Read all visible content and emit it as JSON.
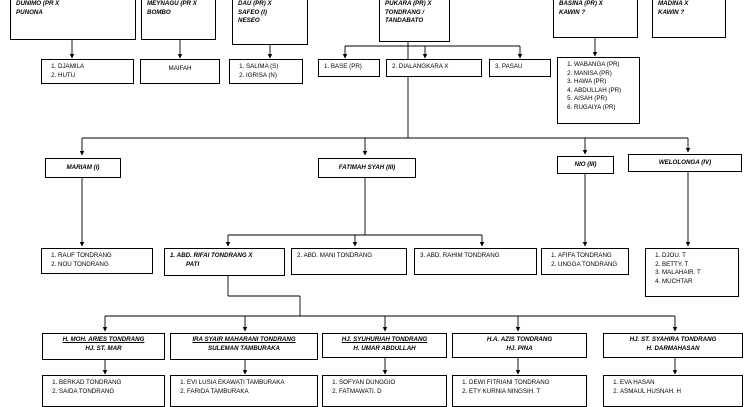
{
  "top_row": {
    "dunimo": [
      "DUNIMO (PR X",
      "PUNONA"
    ],
    "meynagu": [
      "MEYNAGU (PR X",
      "BOMBO"
    ],
    "dau": [
      "DAU (PR) X",
      "SAFEO (I)",
      "NESEO"
    ],
    "pukara": [
      "PUKARA (PR) X",
      "TONDRANG /",
      "TANDABATO"
    ],
    "basina": [
      "BASINA (PR) X",
      "KAWIN ?"
    ],
    "madina": [
      "MADINA X",
      "KAWIN ?"
    ]
  },
  "second_row": {
    "dunimo_children": [
      "DJAMILA",
      "HUTU"
    ],
    "maifah": "MAIFAH",
    "dau_children": [
      "SALIMA (S)",
      "IGRISA (N)"
    ],
    "pukara_children": [
      {
        "num": "1.",
        "name": "BASE (PR)"
      },
      {
        "num": "2.",
        "name": "DIALANGKARA X"
      },
      {
        "num": "3.",
        "name": "PASAU"
      }
    ],
    "basina_children": [
      "WABANGA (PR)",
      "MANISA (PR)",
      "HAWA (PR)",
      "ABDULLAH (PR)",
      "AISAH (PR)",
      "RUGAIYA (PR)"
    ]
  },
  "wives": {
    "mariam": "MARIAM (I)",
    "fatimah": "FATIMAH SYAH (III)",
    "nio": "NIO (III)",
    "welolonga": "WELOLONGA (IV)"
  },
  "fourth_row": {
    "mariam_children": [
      "RAUF TONDRANG",
      "NOU TONDRANG"
    ],
    "fatimah_children": [
      {
        "num": "1.",
        "name": "ABD. RIFAI TONDRANG X",
        "sub": "PATI"
      },
      {
        "num": "2.",
        "name": "ABD. MANI TONDRANG"
      },
      {
        "num": "3.",
        "name": "ABD. RAHIM TONDRANG"
      }
    ],
    "nio_children": [
      "AFIFA TONDRANG",
      "UNGGA TONDRANG"
    ],
    "welolonga_children": [
      "DJOU. T",
      "BETTY. T",
      "MALAHAIR. T",
      "MUCHTAR"
    ]
  },
  "grandchildren": [
    {
      "line1": "H. MOH. ARIES TONDRANG",
      "line2": "HJ. ST. MAR",
      "children": [
        "BERKAD TONDRANG",
        "SAIDA TONDRANG"
      ]
    },
    {
      "line1": "IRA SYAIR MAHARANI TONDRANG",
      "line2": "SULEMAN TAMBURAKA",
      "children": [
        "EVI LUSIA EKAWATI TAMBURAKA",
        "FARIDA TAMBURAKA"
      ]
    },
    {
      "line1": "HJ. SYUHURIAH TONDRANG",
      "line2": "H. UMAR ABDULLAH",
      "children": [
        "SOFYAN DUNGGIO",
        "FATMAWATI. D"
      ]
    },
    {
      "line1": "H.A. AZIS TONDRANG",
      "line2": "HJ. PINA",
      "children": [
        "DEWI FITRIANI TONDRANG",
        "ETY KURNIA NINGSIH. T"
      ]
    },
    {
      "line1": "HJ. ST. SYAHIRA TONDRANG",
      "line2": "H. DARMAHASAN",
      "children": [
        "EVA HASAN",
        "ASMAUL HUSNAH. H"
      ]
    }
  ]
}
